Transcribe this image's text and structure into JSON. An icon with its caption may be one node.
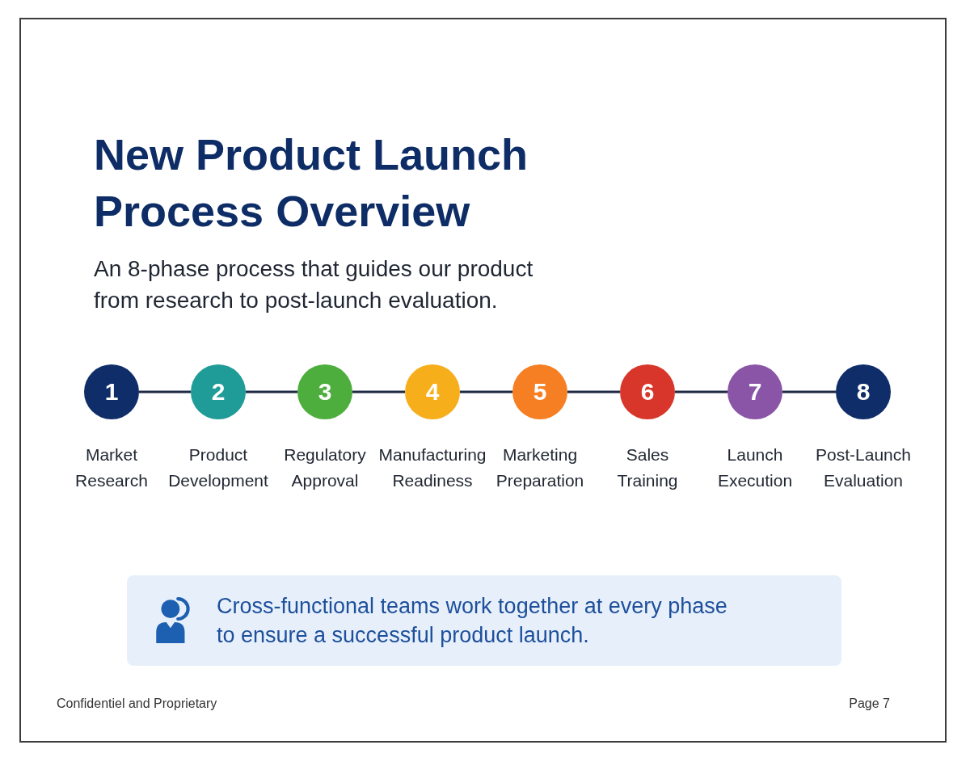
{
  "diagram": {
    "title": "New Product Launch Process Overview",
    "nodes": [
      {
        "text": [
          "1"
        ],
        "beside": [
          "Market Research"
        ]
      },
      {
        "text": [
          "2"
        ],
        "beside": [
          "Product Development"
        ]
      },
      {
        "text": [
          "3"
        ],
        "beside": [
          "Regulatory Approval"
        ]
      },
      {
        "text": [
          "4"
        ],
        "beside": [
          "Manufacturing Readiness"
        ]
      },
      {
        "text": [
          "5"
        ],
        "beside": [
          "Marketing Preparation"
        ]
      },
      {
        "text": [
          "6"
        ],
        "beside": [
          "Sales Training"
        ]
      },
      {
        "text": [
          "7"
        ],
        "beside": [
          "Launch Execution"
        ]
      },
      {
        "text": [
          "8"
        ],
        "beside": [
          "Post-Launch Evaluation"
        ]
      },
      {
        "text": [
          "Cross-functional teams work together at every phase to ensure a successful product launch."
        ]
      }
    ],
    "edges": [
      {
        "from": 0,
        "to": 1,
        "arrow": "none"
      },
      {
        "from": 1,
        "to": 2,
        "arrow": "none"
      },
      {
        "from": 2,
        "to": 3,
        "arrow": "none"
      },
      {
        "from": 3,
        "to": 4,
        "arrow": "none"
      },
      {
        "from": 4,
        "to": 5,
        "arrow": "none"
      },
      {
        "from": 5,
        "to": 6,
        "arrow": "none"
      },
      {
        "from": 6,
        "to": 7,
        "arrow": "none"
      }
    ],
    "labels": [
      "An 8-phase process that guides our product from research to post-launch evaluation.",
      "Confidentiel and Proprietary",
      "Page 7"
    ]
  }
}
